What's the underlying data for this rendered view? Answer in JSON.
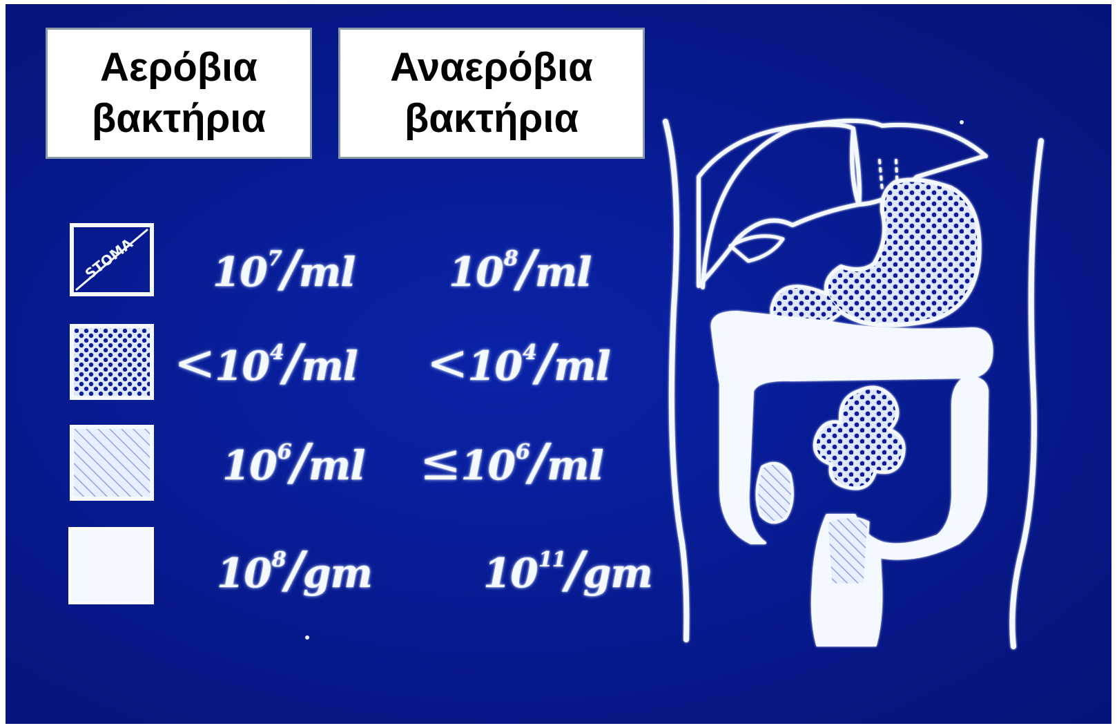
{
  "headers": {
    "aerobic": {
      "line1": "Αερόβια",
      "line2": "βακτήρια"
    },
    "anaerobic": {
      "line1": "Αναερόβια",
      "line2": "βακτήρια"
    }
  },
  "legend": [
    {
      "pattern": "stomach-label",
      "swatch_text": "STOMA",
      "aerobic": {
        "prefix": "",
        "base": "10",
        "exp": "7",
        "unit": "ml"
      },
      "anaerobic": {
        "prefix": "",
        "base": "10",
        "exp": "8",
        "unit": "ml"
      }
    },
    {
      "pattern": "dotted",
      "aerobic": {
        "prefix": "<",
        "base": "10",
        "exp": "4",
        "unit": "ml"
      },
      "anaerobic": {
        "prefix": "<",
        "base": "10",
        "exp": "4",
        "unit": "ml"
      }
    },
    {
      "pattern": "hatched",
      "aerobic": {
        "prefix": "",
        "base": "10",
        "exp": "6",
        "unit": "ml"
      },
      "anaerobic": {
        "prefix": "≤",
        "base": "10",
        "exp": "6",
        "unit": "ml"
      }
    },
    {
      "pattern": "solid",
      "aerobic": {
        "prefix": "",
        "base": "10",
        "exp": "8",
        "unit": "gm"
      },
      "anaerobic": {
        "prefix": "",
        "base": "10",
        "exp": "11",
        "unit": "gm"
      }
    }
  ],
  "colors": {
    "background": "#071a8e",
    "chalk": "#f4f8ff",
    "header_box": "#ffffff",
    "header_border": "#8a9aa8"
  }
}
